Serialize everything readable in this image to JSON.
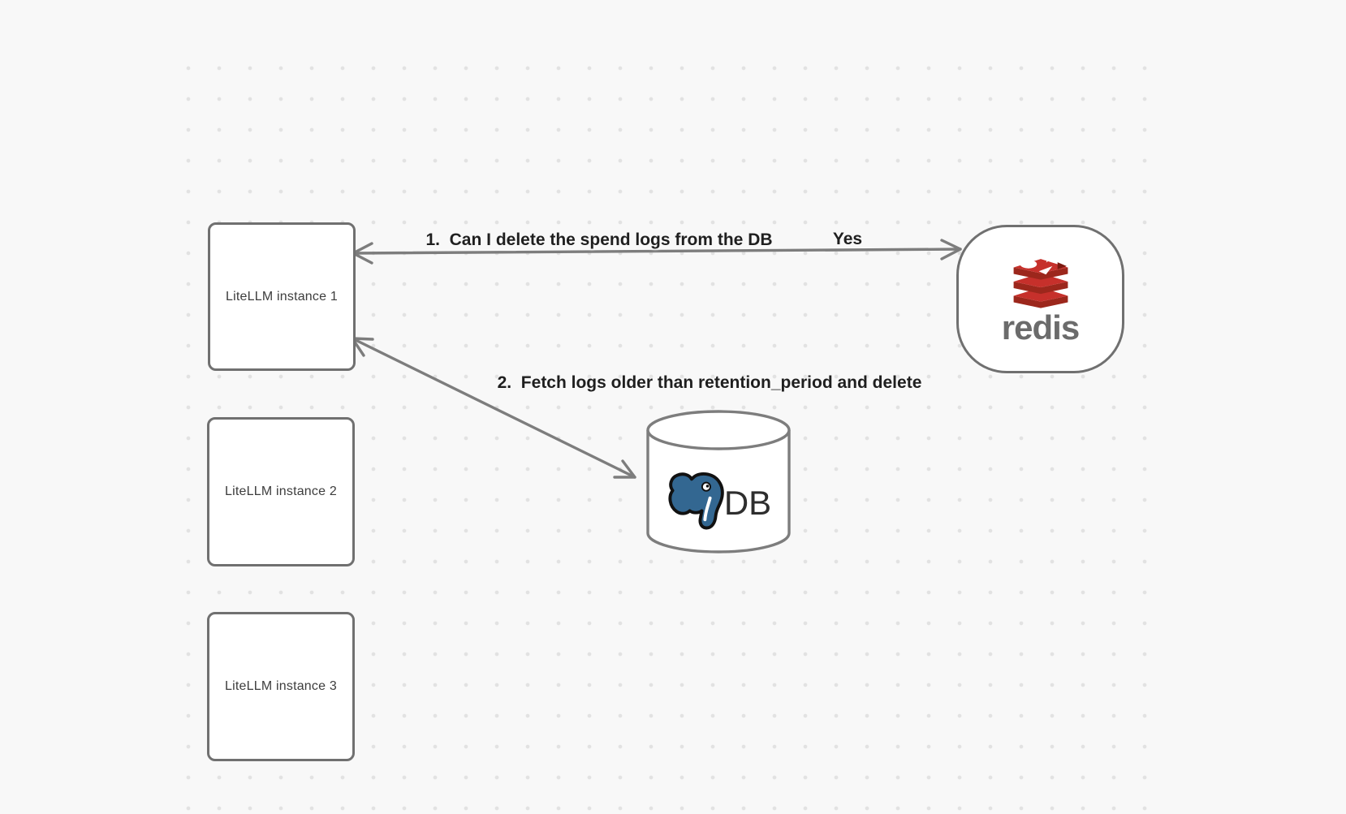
{
  "diagram": {
    "nodes": {
      "litellm_instance_1": {
        "label": "LiteLLM instance 1"
      },
      "litellm_instance_2": {
        "label": "LiteLLM instance 2"
      },
      "litellm_instance_3": {
        "label": "LiteLLM instance 3"
      },
      "redis": {
        "wordmark": "redis"
      },
      "db": {
        "label": "DB"
      }
    },
    "edges": {
      "redis_query": {
        "label": "1.  Can I delete the spend logs from the DB",
        "reply": "Yes"
      },
      "db_fetch": {
        "label": "2.  Fetch logs older than retention_period and delete"
      }
    },
    "colors": {
      "background": "#f8f8f8",
      "grid_dot": "#e2e2e2",
      "node_border": "#707070",
      "node_fill": "#ffffff",
      "arrow": "#7d7d7d",
      "label_text": "#1f1f1f",
      "node_text": "#3d3d3d",
      "redis_red": "#c6302b",
      "redis_dark_red": "#9c271c",
      "redis_darker": "#7c1a10",
      "redis_wordmark": "#6b6b6b",
      "postgres_blue": "#336791"
    }
  }
}
